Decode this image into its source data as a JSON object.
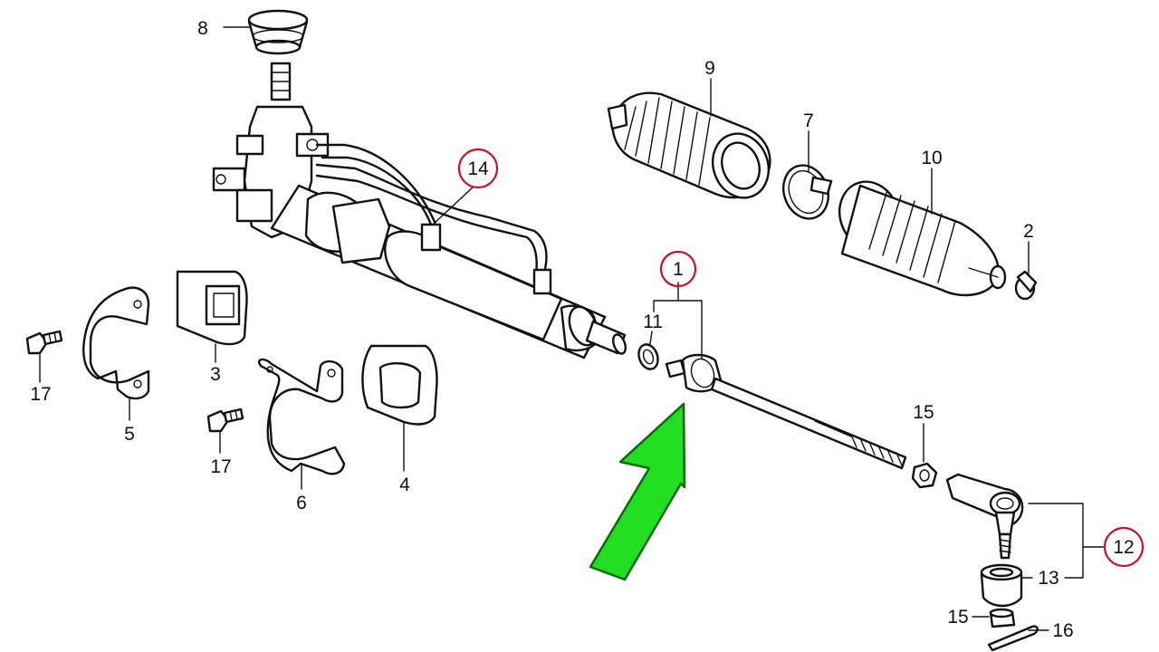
{
  "callouts": [
    {
      "id": "c1",
      "text": "1",
      "circled": true
    },
    {
      "id": "c2",
      "text": "2",
      "circled": false
    },
    {
      "id": "c3",
      "text": "3",
      "circled": false
    },
    {
      "id": "c4",
      "text": "4",
      "circled": false
    },
    {
      "id": "c5",
      "text": "5",
      "circled": false
    },
    {
      "id": "c6",
      "text": "6",
      "circled": false
    },
    {
      "id": "c7",
      "text": "7",
      "circled": false
    },
    {
      "id": "c8",
      "text": "8",
      "circled": false
    },
    {
      "id": "c9",
      "text": "9",
      "circled": false
    },
    {
      "id": "c10",
      "text": "10",
      "circled": false
    },
    {
      "id": "c11",
      "text": "11",
      "circled": false
    },
    {
      "id": "c12",
      "text": "12",
      "circled": true
    },
    {
      "id": "c13",
      "text": "13",
      "circled": false
    },
    {
      "id": "c14",
      "text": "14",
      "circled": true
    },
    {
      "id": "c15a",
      "text": "15",
      "circled": false
    },
    {
      "id": "c15b",
      "text": "15",
      "circled": false
    },
    {
      "id": "c16",
      "text": "16",
      "circled": false
    },
    {
      "id": "c17a",
      "text": "17",
      "circled": false
    },
    {
      "id": "c17b",
      "text": "17",
      "circled": false
    }
  ],
  "colors": {
    "line": "#111111",
    "highlight_circle": "#c8102e",
    "arrow_fill": "#22dd22",
    "arrow_outline": "#0a6a0a",
    "background": "#ffffff"
  },
  "arrow": {
    "icon": "pointer-arrow-icon",
    "target": "1"
  }
}
